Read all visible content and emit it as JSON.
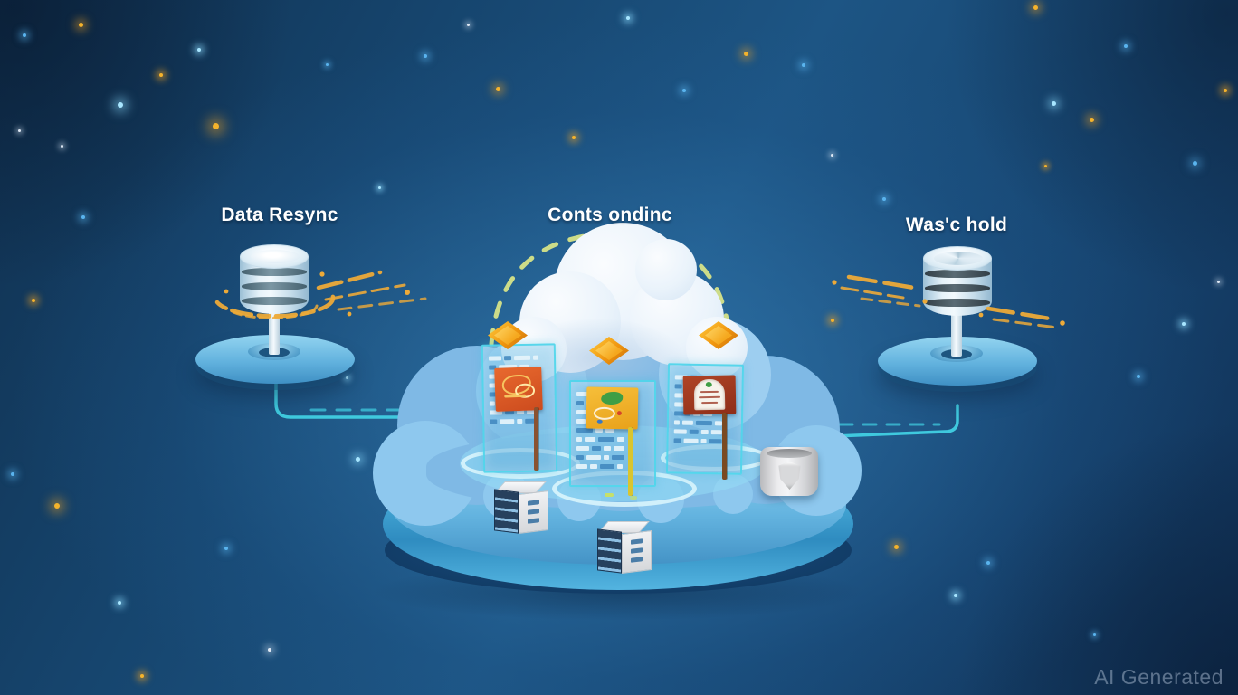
{
  "scene": {
    "description": "AI-generated illustration of two databases syncing data with a central cloud platform holding document panels",
    "style": "isometric cloud computing concept on starry blue background"
  },
  "labels": {
    "left": "Data Resync",
    "center": "Conts ondinc",
    "right": "Was'c hold"
  },
  "watermark": "AI Generated",
  "icons": {
    "left_node": "database-icon",
    "right_node": "database-icon",
    "center_node": "cloud-icon",
    "markers": "diamond-icon",
    "container": "shield-container-icon",
    "servers": "server-box-icon"
  },
  "colors": {
    "background_top": "#10304f",
    "background_center": "#226396",
    "connector_cyan": "#3fc9de",
    "dash_green": "#d6e388",
    "particle_gold": "#edaa38",
    "star_gold": "#f5a623",
    "star_blue": "#5ab4ee",
    "cloud_white": "#eef5fc",
    "cloud_blue": "#7fb9e5",
    "platform_blue": "#54a9d9",
    "banner_orange": "#dd5f2a",
    "banner_yellow": "#f2b32c",
    "banner_red": "#a63a22"
  }
}
